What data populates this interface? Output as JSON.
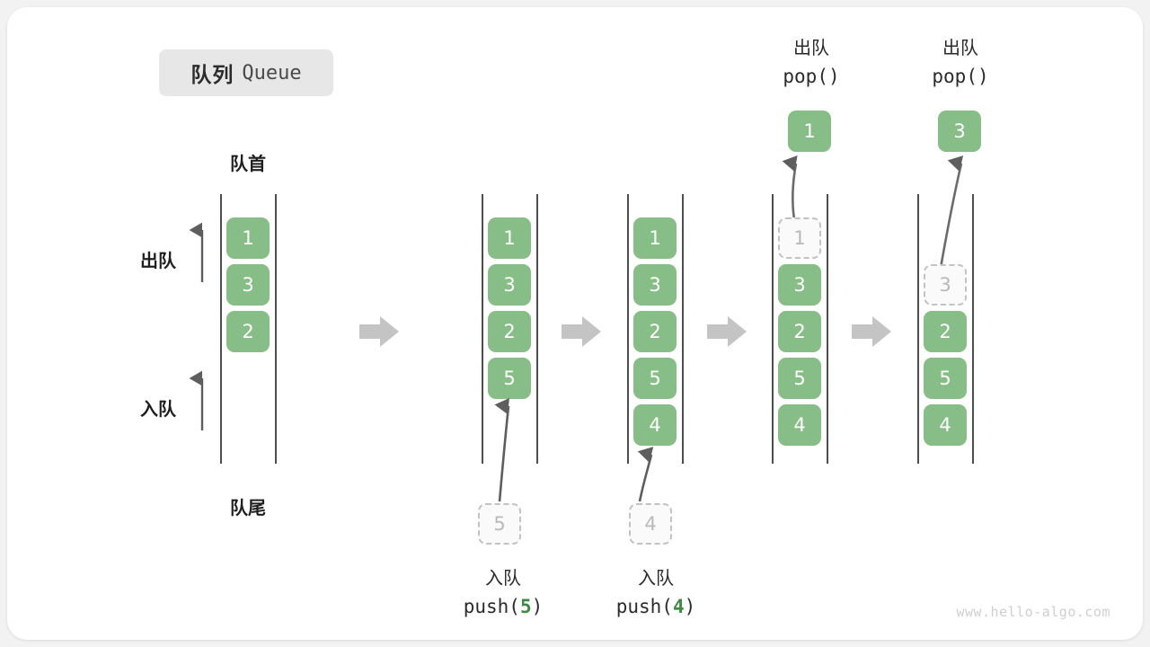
{
  "title": {
    "cn": "队列",
    "en": "Queue"
  },
  "labels": {
    "front": "队首",
    "rear": "队尾",
    "dequeue": "出队",
    "enqueue": "入队"
  },
  "colors": {
    "box_fill": "#87bd87",
    "box_text": "#ffffff",
    "ghost_fill": "#fafafa",
    "ghost_border": "#c2c2c2",
    "ghost_text": "#b9b9b9",
    "rail": "#4d4d4d",
    "arrow": "#6b6b6b",
    "step_arrow": "#c4c4c4",
    "accent_green": "#3f8b43",
    "card_bg": "#ffffff",
    "page_bg": "#f2f2f2"
  },
  "columns": [
    {
      "name": "initial",
      "items": [
        {
          "value": "1",
          "ghost": false
        },
        {
          "value": "3",
          "ghost": false
        },
        {
          "value": "2",
          "ghost": false
        }
      ]
    },
    {
      "name": "after-push-5",
      "items": [
        {
          "value": "1",
          "ghost": false
        },
        {
          "value": "3",
          "ghost": false
        },
        {
          "value": "2",
          "ghost": false
        },
        {
          "value": "5",
          "ghost": false
        }
      ],
      "incoming": {
        "value": "5",
        "ghost": true
      },
      "caption": {
        "cn": "入队",
        "fn": "push(",
        "arg": "5",
        "fn_end": ")"
      }
    },
    {
      "name": "after-push-4",
      "items": [
        {
          "value": "1",
          "ghost": false
        },
        {
          "value": "3",
          "ghost": false
        },
        {
          "value": "2",
          "ghost": false
        },
        {
          "value": "5",
          "ghost": false
        },
        {
          "value": "4",
          "ghost": false
        }
      ],
      "incoming": {
        "value": "4",
        "ghost": true
      },
      "caption": {
        "cn": "入队",
        "fn": "push(",
        "arg": "4",
        "fn_end": ")"
      }
    },
    {
      "name": "after-pop-1",
      "items": [
        {
          "value": "1",
          "ghost": true
        },
        {
          "value": "3",
          "ghost": false
        },
        {
          "value": "2",
          "ghost": false
        },
        {
          "value": "5",
          "ghost": false
        },
        {
          "value": "4",
          "ghost": false
        }
      ],
      "popped": {
        "value": "1"
      },
      "caption": {
        "cn": "出队",
        "fn": "pop()"
      }
    },
    {
      "name": "after-pop-3",
      "items": [
        {
          "value": "",
          "ghost": false,
          "empty": true
        },
        {
          "value": "3",
          "ghost": true
        },
        {
          "value": "2",
          "ghost": false
        },
        {
          "value": "5",
          "ghost": false
        },
        {
          "value": "4",
          "ghost": false
        }
      ],
      "popped": {
        "value": "3"
      },
      "caption": {
        "cn": "出队",
        "fn": "pop()"
      }
    }
  ],
  "step_arrows": 4,
  "watermark": "www.hello-algo.com"
}
